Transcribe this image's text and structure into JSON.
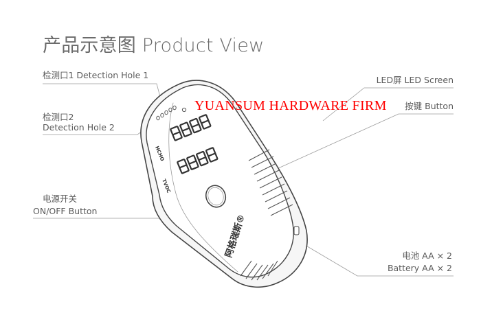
{
  "title": "产品示意图 Product View",
  "watermark": "YUANSUM HARDWARE FIRM",
  "labels": {
    "hole1": "检测口1  Detection Hole 1",
    "hole2_cn": "检测口2",
    "hole2_en": "Detection Hole 2",
    "power_cn": "电源开关",
    "power_en": "ON/OFF Button",
    "led": "LED屏 LED Screen",
    "button": "按键  Button",
    "battery_cn": "电池 AA × 2",
    "battery_en": "Battery AA × 2"
  },
  "device": {
    "hcho_label": "HCHO",
    "tvoc_label": "TVOC",
    "brand_text": "阿格瑞斯®"
  },
  "colors": {
    "watermark": "#ff0000",
    "outline": "#444444",
    "text": "#5a5a5a"
  }
}
